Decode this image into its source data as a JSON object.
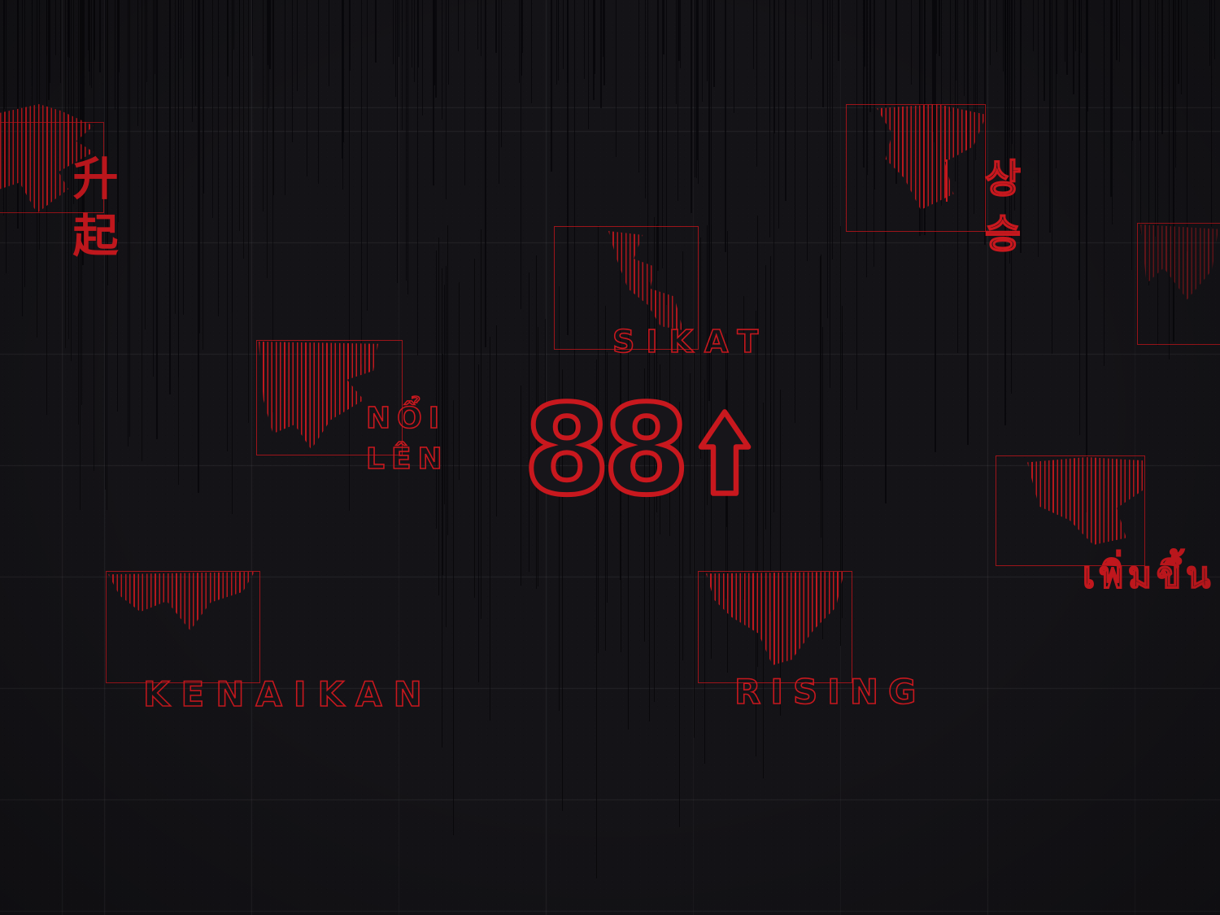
{
  "poster": {
    "colors": {
      "accent": "#c8181e",
      "background": "#141317"
    },
    "center": {
      "number": "88",
      "icon": "up-arrow-icon"
    },
    "labels": {
      "chinese": "升起",
      "korean": "상승",
      "filipino": "SIKAT",
      "vietnamese": "NỔI\nLÊN",
      "thai": "เพิ่มขึ้น",
      "indonesian": "KENAIKAN",
      "english": "RISING"
    }
  }
}
